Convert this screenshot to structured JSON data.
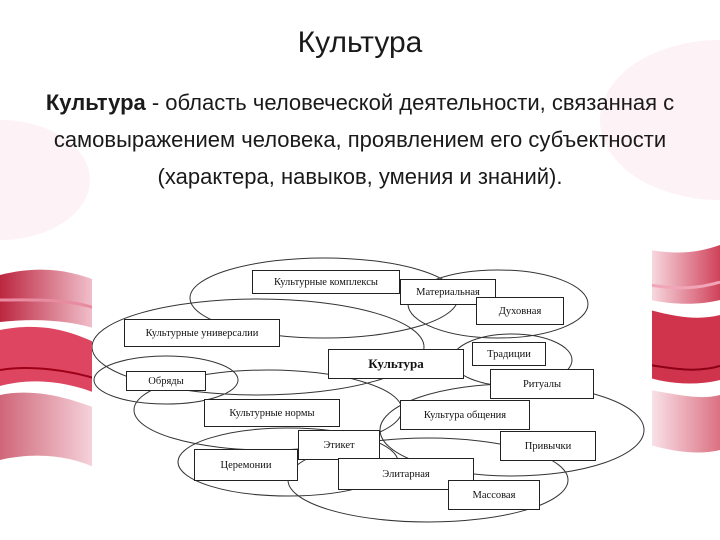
{
  "slide": {
    "title": "Культура",
    "definition_term": "Культура",
    "definition_rest": " - область человеческой деятельности, связанная с самовыражением человека, проявлением его субъектности (характера, навыков, умения и знаний)."
  },
  "diagram": {
    "center": "Культура",
    "nodes": {
      "complexes": "Культурные комплексы",
      "material": "Материальная",
      "spiritual": "Духовная",
      "universals": "Культурные универсалии",
      "traditions": "Традиции",
      "rites": "Обряды",
      "rituals": "Ритуалы",
      "norms": "Культурные нормы",
      "communication": "Культура общения",
      "etiquette": "Этикет",
      "habits": "Привычки",
      "ceremonies": "Церемонии",
      "elite": "Элитарная",
      "mass": "Массовая"
    }
  },
  "colors": {
    "accent_red": "#c8102e",
    "accent_pink": "#f2b8c6",
    "text": "#1a1a1a"
  }
}
